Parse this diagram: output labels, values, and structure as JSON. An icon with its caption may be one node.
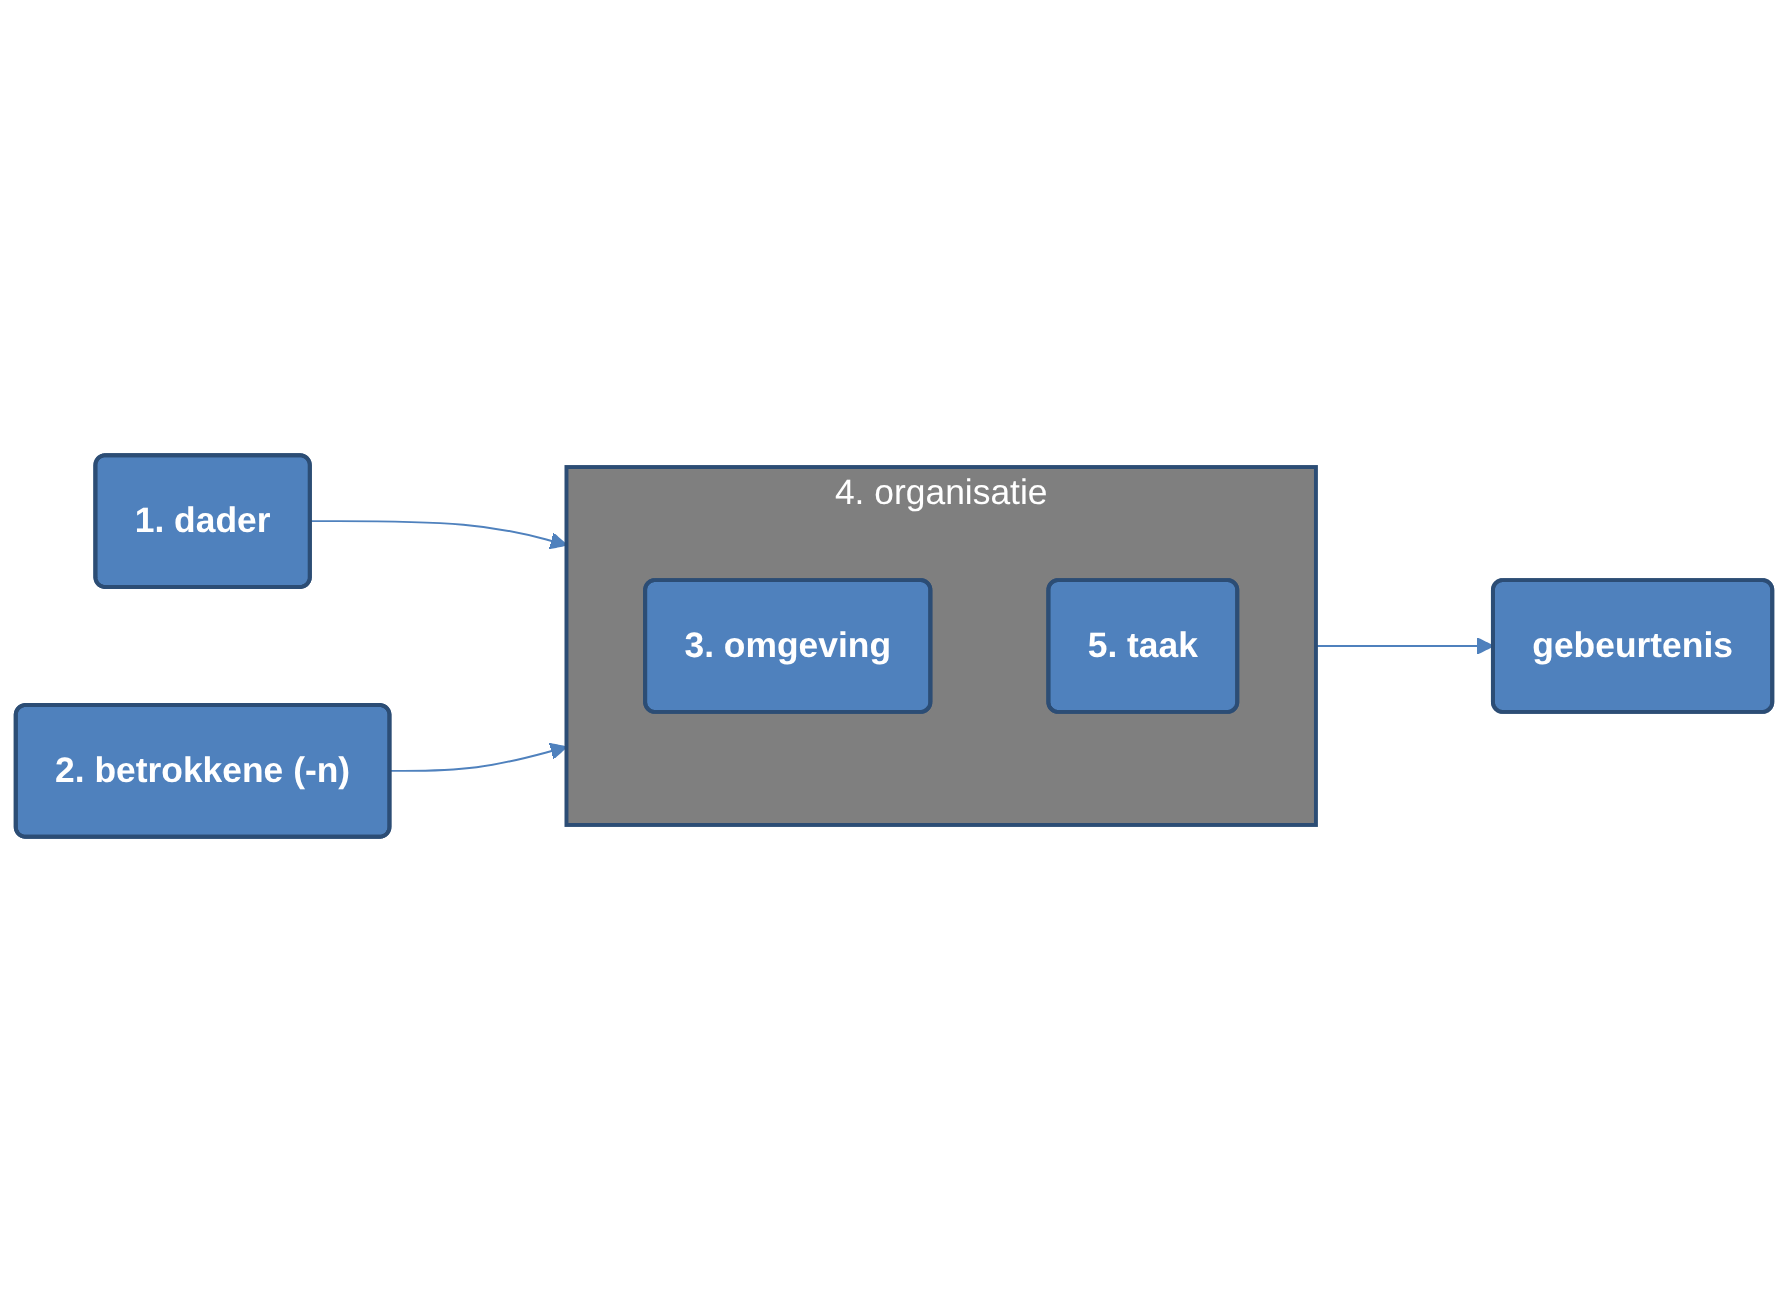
{
  "diagram": {
    "nodes": [
      {
        "text": [
          "1. dader"
        ]
      },
      {
        "text": [
          "4. organisatie"
        ]
      },
      {
        "text": [
          "3. omgeving"
        ],
        "in": 1
      },
      {
        "text": [
          "5. taak"
        ],
        "in": 1
      },
      {
        "text": [
          "gebeurtenis"
        ]
      },
      {
        "text": [
          "2. betrokkene (-n)"
        ]
      }
    ],
    "edges": [
      {
        "from": 0,
        "to": 1,
        "arrow": "to"
      },
      {
        "from": 5,
        "to": 1,
        "arrow": "to"
      },
      {
        "from": 1,
        "to": 4,
        "arrow": "to"
      }
    ]
  }
}
